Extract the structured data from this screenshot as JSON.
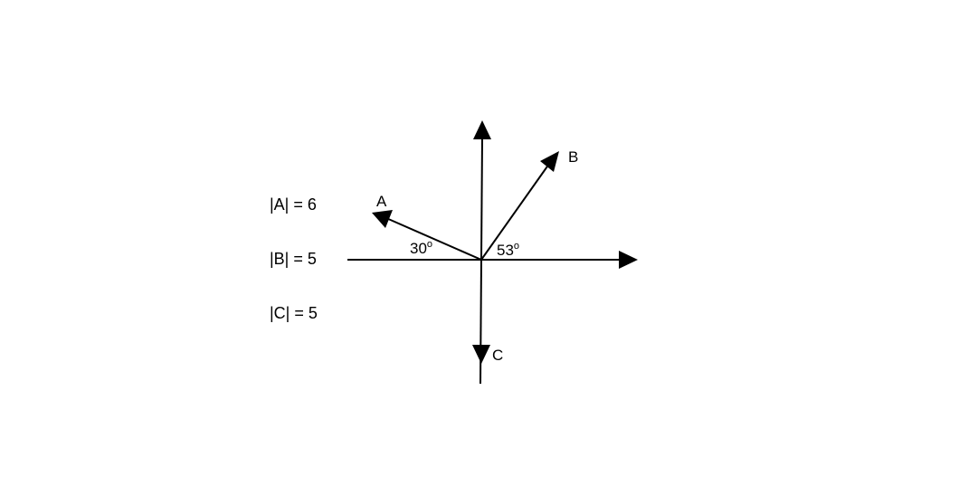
{
  "magnitudes": {
    "a": "|A| = 6",
    "b": "|B| = 5",
    "c": "|C| = 5"
  },
  "vectors": {
    "a_label": "A",
    "b_label": "B",
    "c_label": "C"
  },
  "angles": {
    "a_value": "30",
    "a_unit": "o",
    "b_value": "53",
    "b_unit": "o"
  }
}
